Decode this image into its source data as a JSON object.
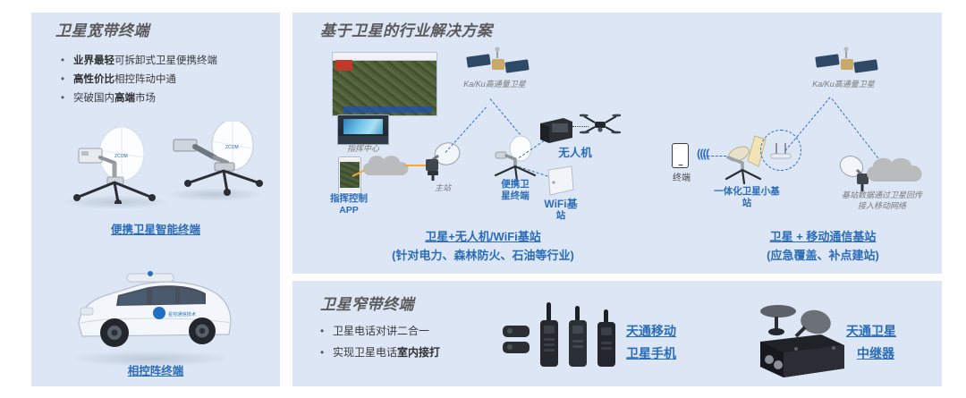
{
  "theme": {
    "panel_bg": "#dce6f4",
    "title_color": "#5a5a5c",
    "accent_blue": "#2b6cb8",
    "link_blue": "#2f6fc0",
    "link_orange": "#f2a93b",
    "page_bg": "#ffffff"
  },
  "panels": {
    "broadband": {
      "title": "卫星宽带终端",
      "bullets": [
        {
          "strong": "业界最轻",
          "rest": "可拆卸式卫星便携终端"
        },
        {
          "strong": "高性价比",
          "rest": "相控阵动中通"
        },
        {
          "pre": "突破国内",
          "strong": "高端",
          "rest": "市场"
        }
      ],
      "products": [
        {
          "label": "便携卫星智能终端",
          "name": "portable-satellite-smart-terminal"
        },
        {
          "label": "相控阵终端",
          "name": "phased-array-terminal"
        }
      ]
    },
    "solutions": {
      "title": "基于卫星的行业解决方案",
      "left_scenario": {
        "satellite_caption": "Ka/Ku高通量卫星",
        "nodes": [
          {
            "label": "指挥中心",
            "style": "gray"
          },
          {
            "label": "指挥控制\nAPP",
            "style": "blue"
          },
          {
            "label": "主站",
            "style": "gray"
          },
          {
            "label": "便携卫\n星终端",
            "style": "blue"
          },
          {
            "label": "无人机",
            "style": "blue"
          },
          {
            "label": "WiFi基\n站",
            "style": "blue"
          }
        ],
        "footer_line1": "卫星+无人机/WiFi基站",
        "footer_line2": "(针对电力、森林防火、石油等行业)"
      },
      "right_scenario": {
        "satellite_caption": "Ka/Ku高通量卫星",
        "nodes": [
          {
            "label": "终端",
            "style": "gray"
          },
          {
            "label": "一体化卫星小基\n站",
            "style": "blue"
          },
          {
            "label": "基站数据通过卫星回传\n接入移动网络",
            "style": "gray"
          }
        ],
        "footer_line1": "卫星 + 移动通信基站",
        "footer_line2": "(应急覆盖、补点建站)"
      }
    },
    "narrowband": {
      "title": "卫星窄带终端",
      "bullets": [
        {
          "rest": "卫星电话对讲二合一"
        },
        {
          "pre": "实现卫星电话",
          "strong": "室内接打",
          "rest": ""
        }
      ],
      "products": [
        {
          "line1": "天通移动",
          "line2": "卫星手机",
          "name": "tiantong-mobile-satellite-phone"
        },
        {
          "line1": "天通卫星",
          "line2": "中继器",
          "name": "tiantong-satellite-repeater"
        }
      ]
    }
  },
  "icon_names": {
    "satellite": "satellite-icon",
    "dish": "satellite-dish-icon",
    "drone": "drone-icon",
    "wifi_ap": "wifi-access-point-icon",
    "rugged_case": "rugged-case-icon",
    "tablet": "tablet-icon",
    "wifi_waves": "wifi-signal-icon",
    "cloud": "cloud-icon",
    "small_cell": "small-cell-antenna-icon",
    "walkie_talkie": "walkie-talkie-icon",
    "repeater_box": "repeater-box-icon",
    "suv": "suv-vehicle-icon",
    "map_screenshot": "map-screenshot-image",
    "tv_wall": "command-center-video-wall-image",
    "phone_map": "phone-map-screenshot-image"
  }
}
